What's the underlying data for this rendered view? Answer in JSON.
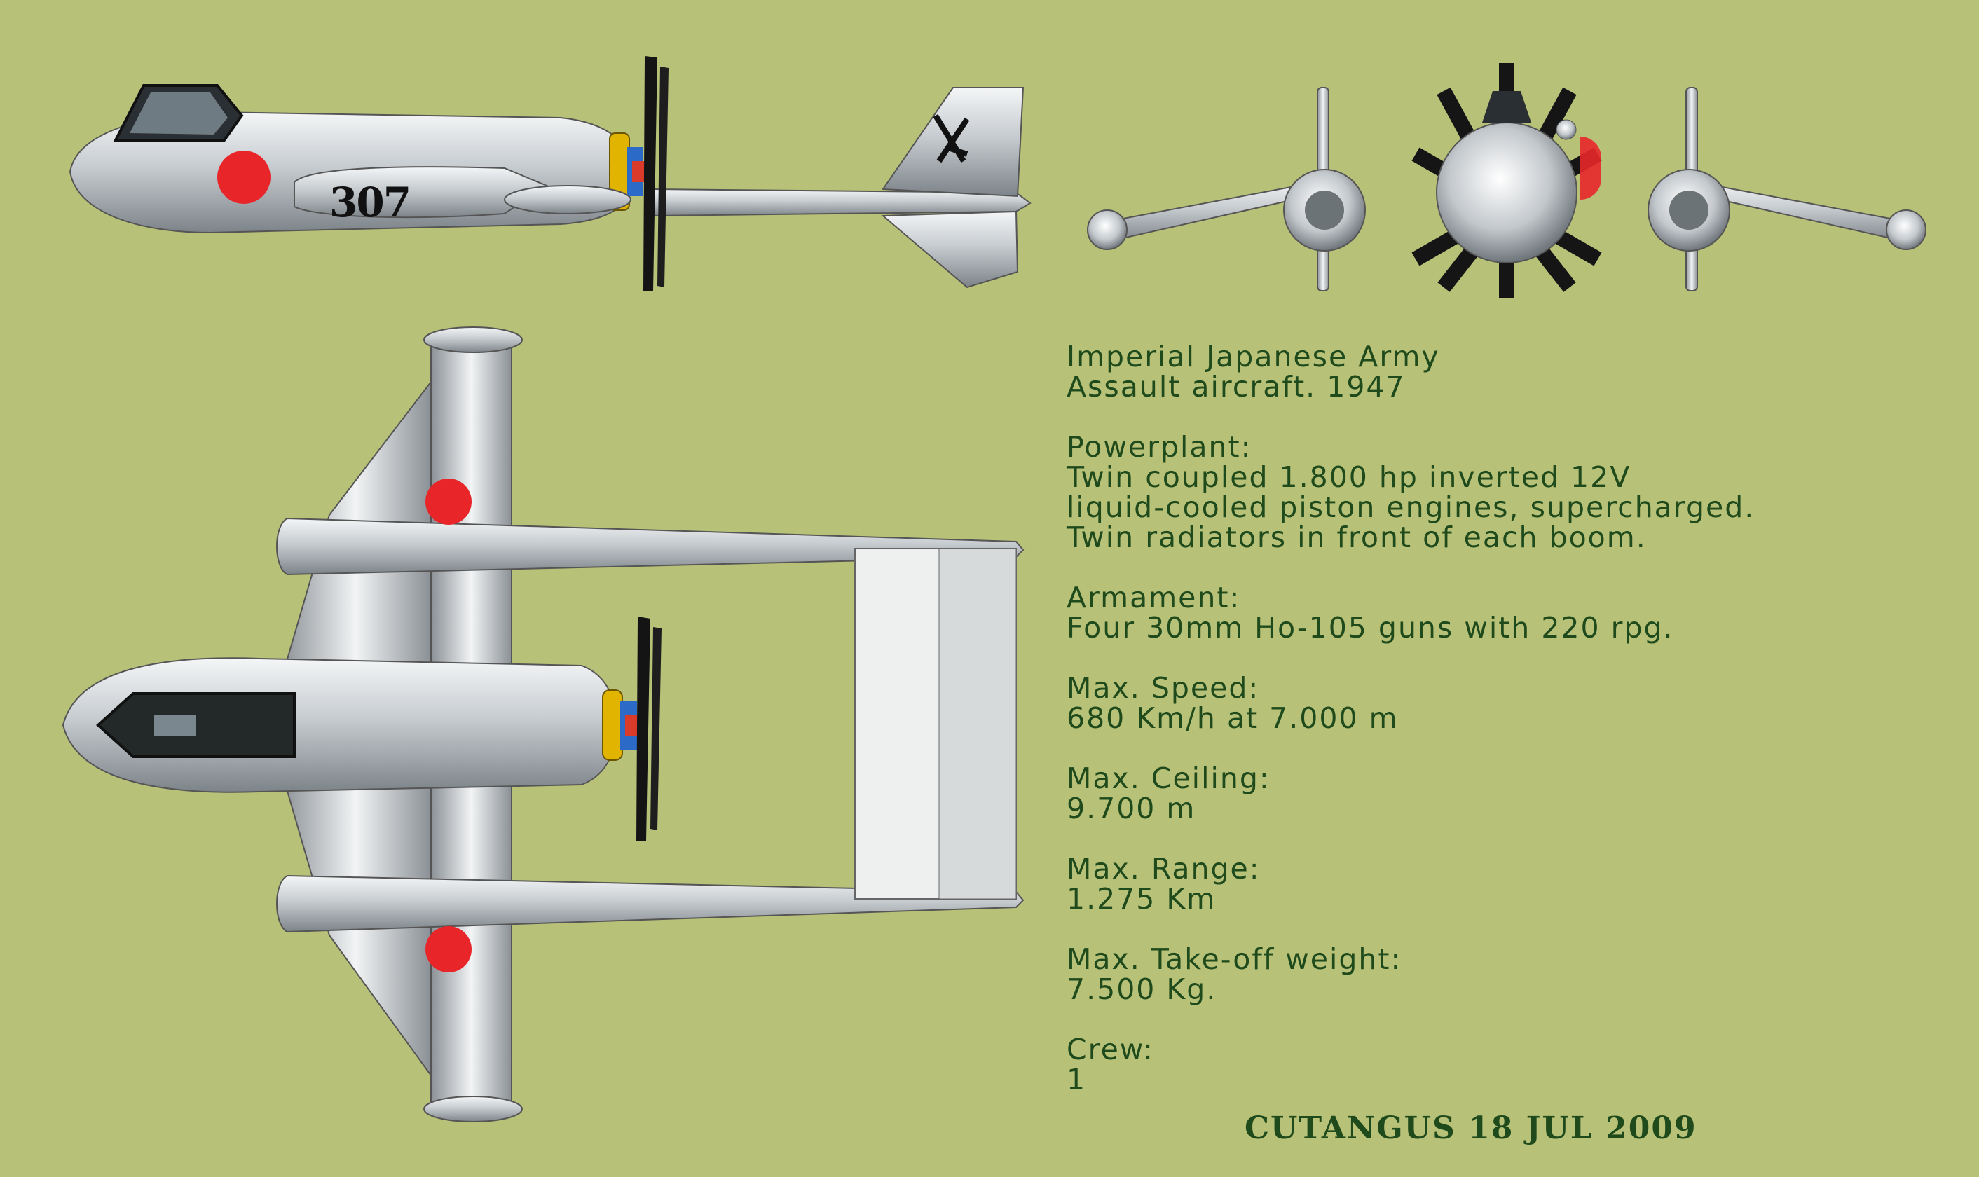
{
  "aircraft": {
    "side_tail_number": "307"
  },
  "specs": {
    "title_line1": "Imperial Japanese Army",
    "title_line2": "Assault aircraft. 1947",
    "powerplant_label": "Powerplant:",
    "powerplant_line1": "Twin coupled 1.800 hp inverted 12V",
    "powerplant_line2": "liquid-cooled piston engines, supercharged.",
    "powerplant_line3": "Twin radiators in front of each boom.",
    "armament_label": "Armament:",
    "armament_value": "Four 30mm Ho-105 guns with 220 rpg.",
    "speed_label": "Max. Speed:",
    "speed_value": "680 Km/h at 7.000 m",
    "ceiling_label": "Max. Ceiling:",
    "ceiling_value": "9.700 m",
    "range_label": "Max. Range:",
    "range_value": "1.275 Km",
    "takeoff_label": "Max. Take-off weight:",
    "takeoff_value": "7.500 Kg.",
    "crew_label": "Crew:",
    "crew_value": "1"
  },
  "signature": "CUTANGUS 18 JUL 2009",
  "colors": {
    "background": "#b8c178",
    "text": "#1f4a1c",
    "hinomaru": "#e8262a",
    "metal": "#c9cdd0"
  }
}
